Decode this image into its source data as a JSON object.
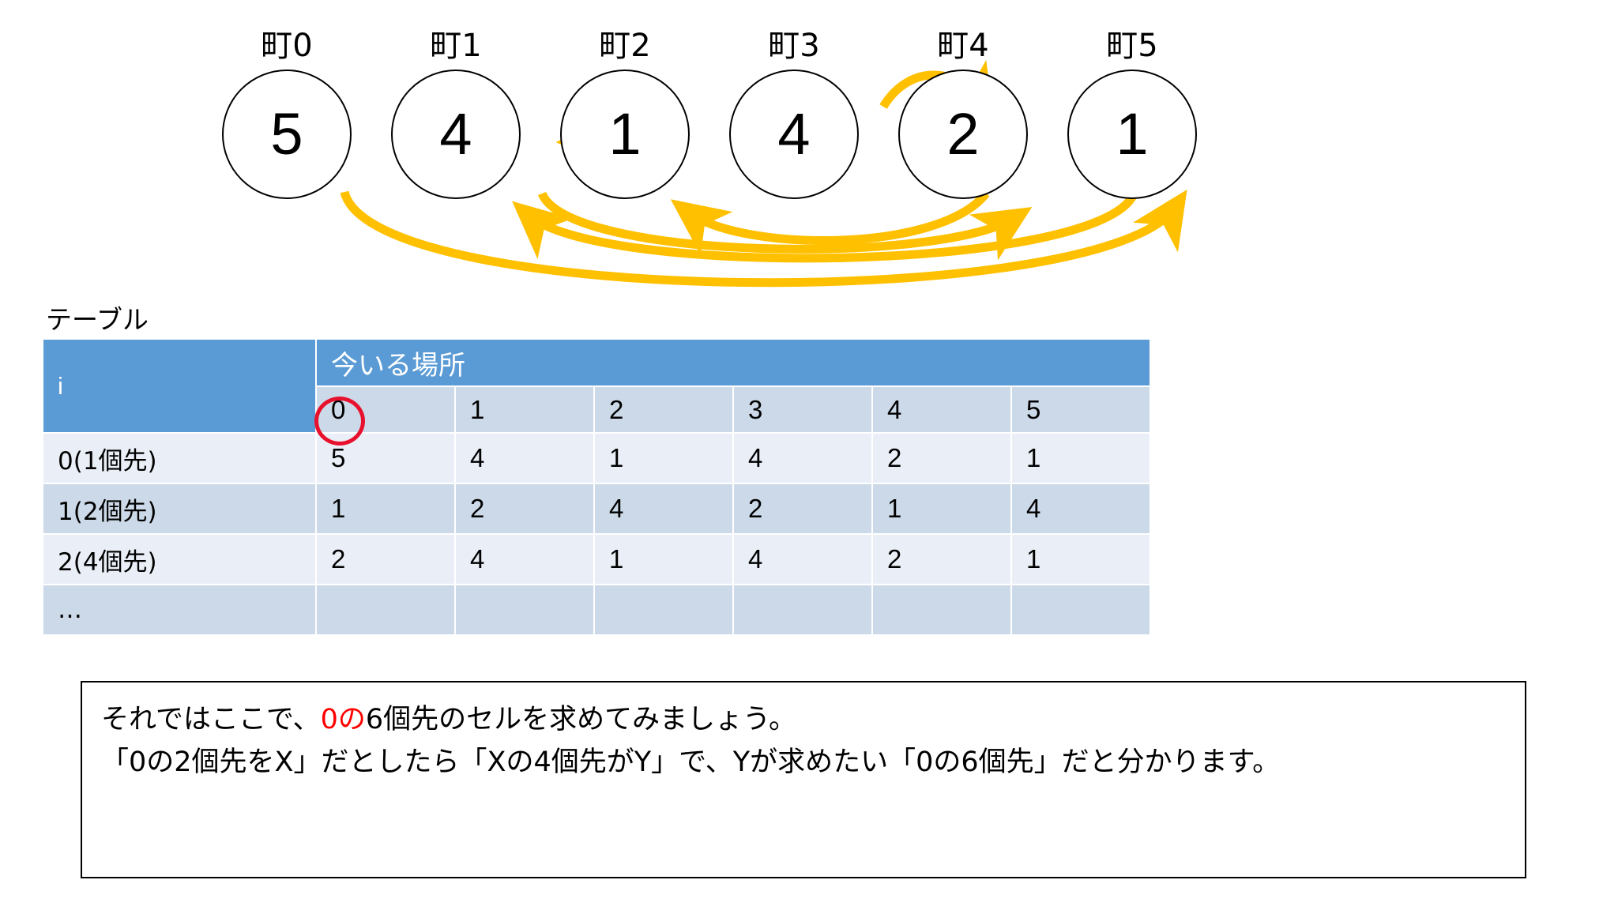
{
  "diagram": {
    "nodes": [
      {
        "label": "町0",
        "value": "5"
      },
      {
        "label": "町1",
        "value": "4"
      },
      {
        "label": "町2",
        "value": "1"
      },
      {
        "label": "町3",
        "value": "4"
      },
      {
        "label": "町4",
        "value": "2"
      },
      {
        "label": "町5",
        "value": "1"
      }
    ],
    "arrow_color": "#FFC000",
    "edges": [
      {
        "from": 0,
        "to": 5
      },
      {
        "from": 1,
        "to": 4
      },
      {
        "from": 2,
        "to": 1
      },
      {
        "from": 3,
        "to": 4
      },
      {
        "from": 4,
        "to": 2
      },
      {
        "from": 5,
        "to": 1
      }
    ]
  },
  "table": {
    "caption": "テーブル",
    "corner_label": "i",
    "group_header": "今いる場所",
    "columns": [
      "0",
      "1",
      "2",
      "3",
      "4",
      "5"
    ],
    "highlight_column": "0",
    "highlight_color": "#E8112D",
    "rows": [
      {
        "label": "0(1個先)",
        "values": [
          "5",
          "4",
          "1",
          "4",
          "2",
          "1"
        ]
      },
      {
        "label": "1(2個先)",
        "values": [
          "1",
          "2",
          "4",
          "2",
          "1",
          "4"
        ]
      },
      {
        "label": "2(4個先)",
        "values": [
          "2",
          "4",
          "1",
          "4",
          "2",
          "1"
        ]
      },
      {
        "label": "…",
        "values": [
          "",
          "",
          "",
          "",
          "",
          ""
        ]
      }
    ]
  },
  "note": {
    "line1_pre": "それではここで、",
    "line1_red": "0の",
    "line1_post": "6個先のセルを求めてみましょう。",
    "line2": "「0の2個先をX」だとしたら「Xの4個先がY」で、Yが求めたい「0の6個先」だと分かります。"
  }
}
